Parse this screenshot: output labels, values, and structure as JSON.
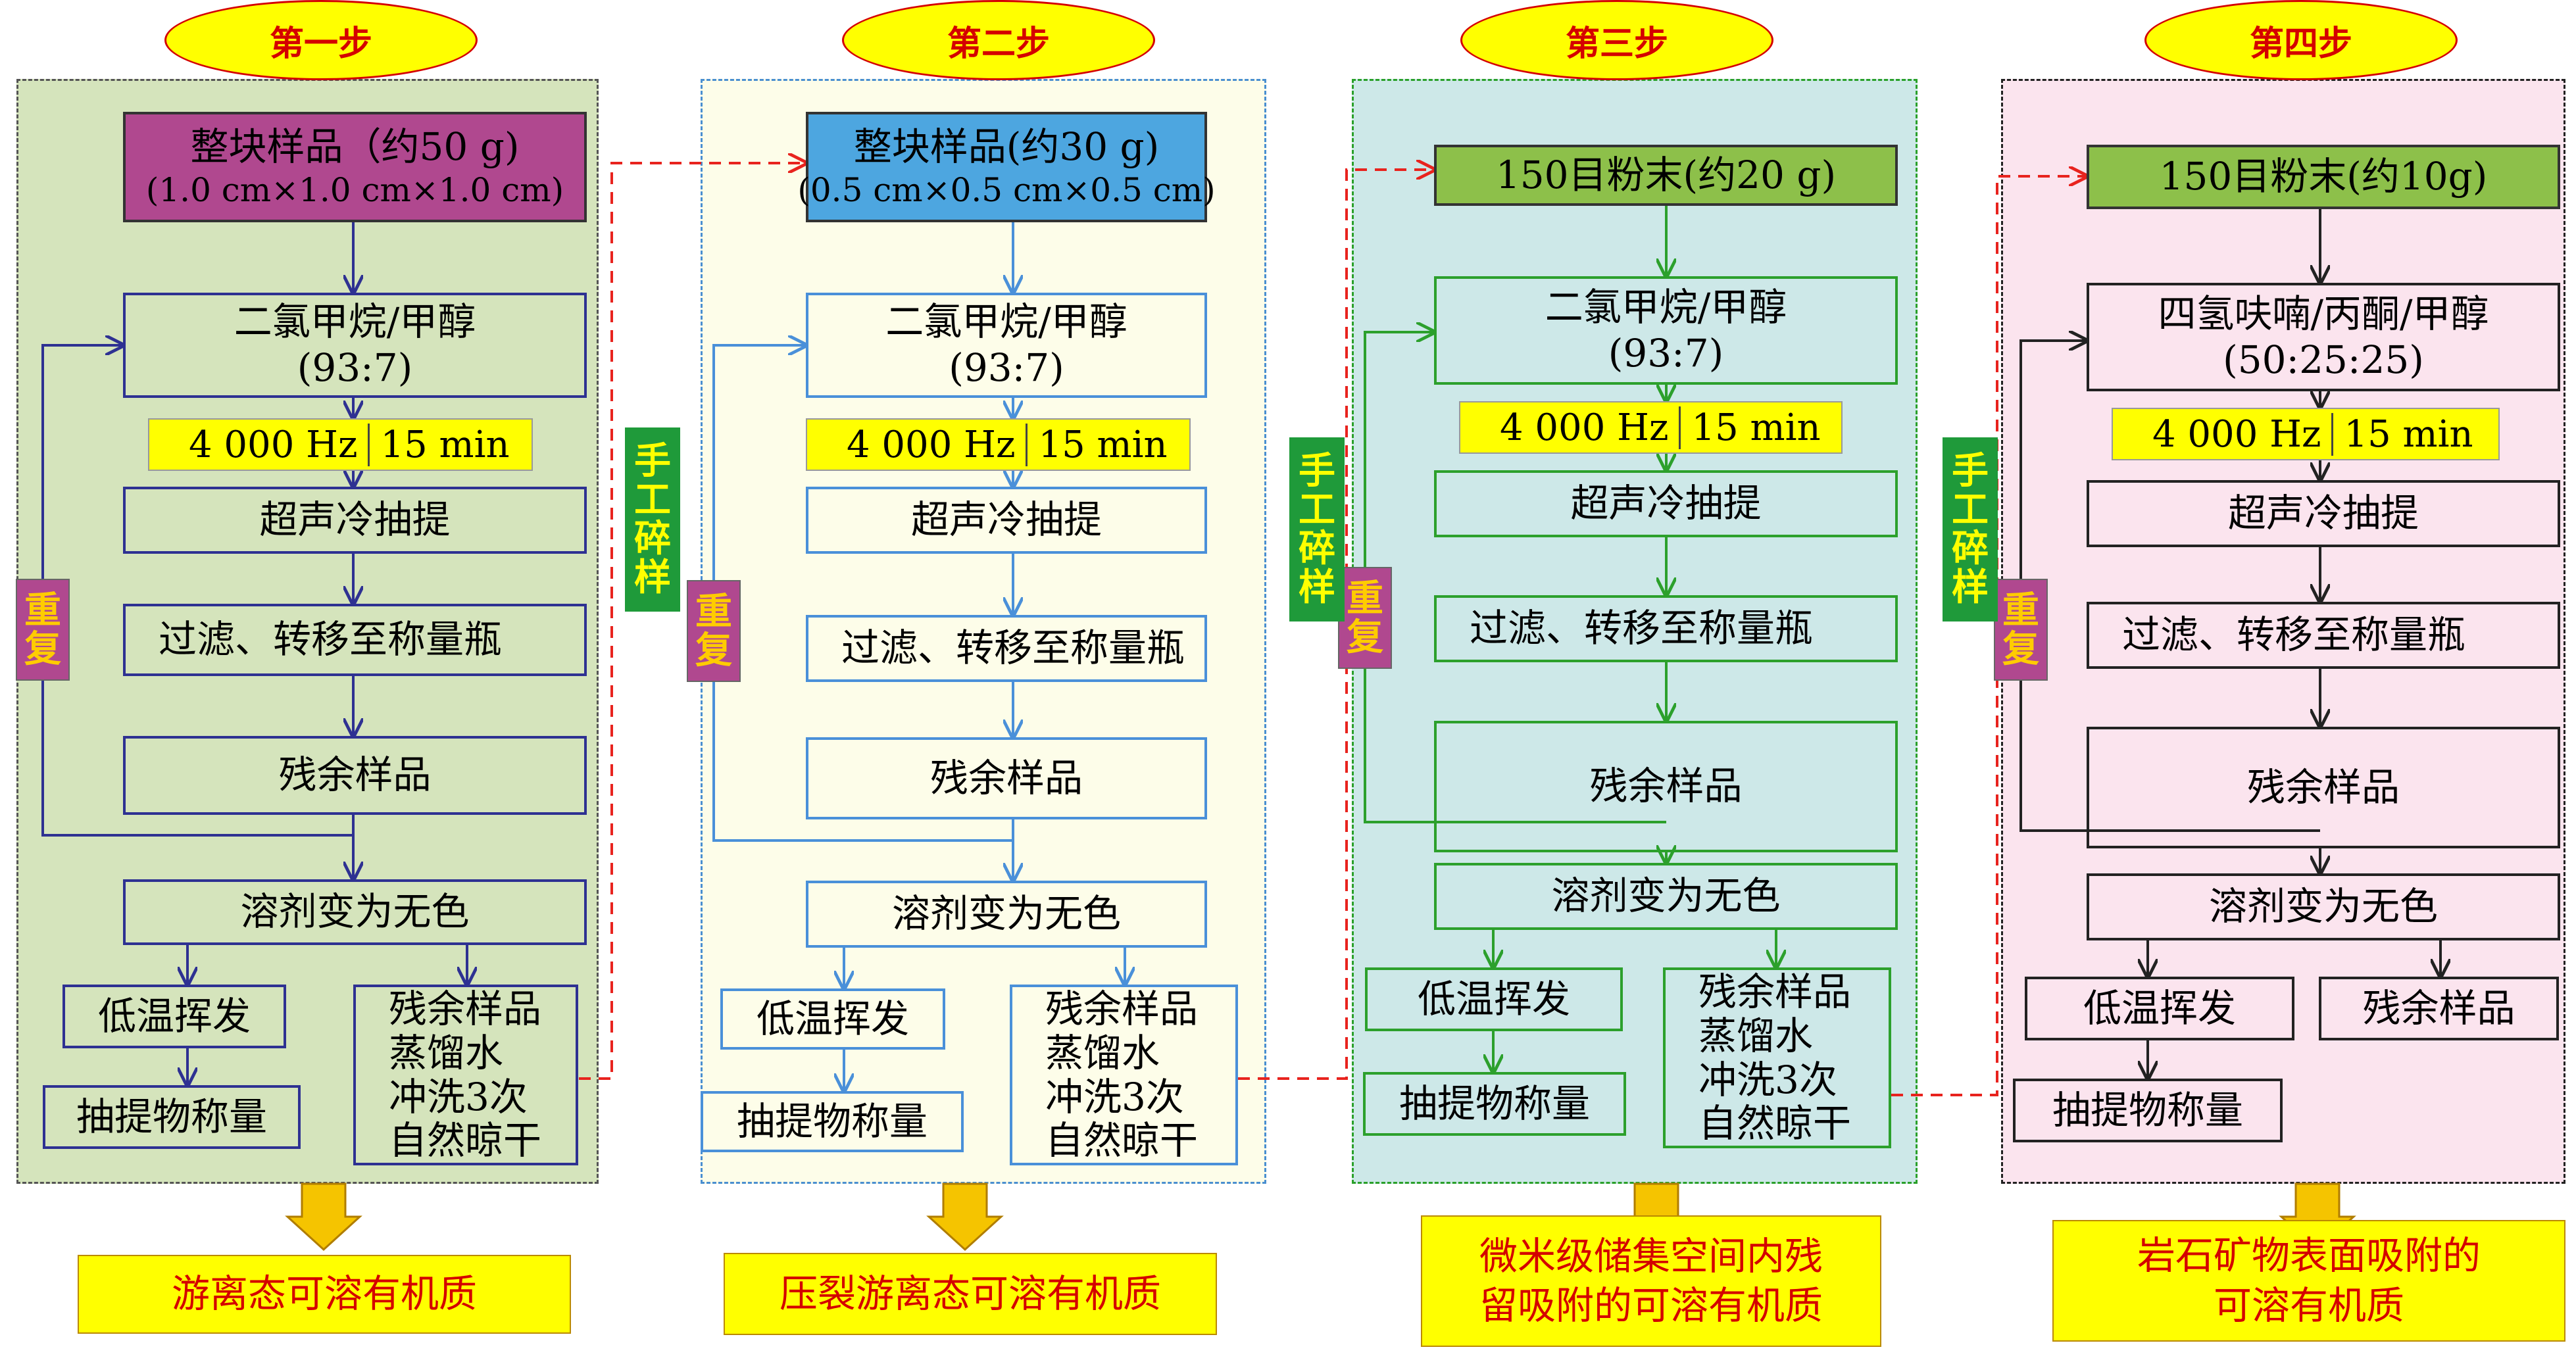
{
  "steps": [
    {
      "badge": "第一步",
      "sample_line1": "整块样品（约50 g)",
      "sample_line2": "(1.0 cm×1.0 cm×1.0 cm)",
      "solvent_line1": "二氯甲烷/甲醇",
      "solvent_line2": "(93:7)",
      "freq": "4 000 Hz",
      "time": "15 min",
      "ultrasonic": "超声冷抽提",
      "filter": "过滤、转移至称量瓶",
      "residue": "残余样品",
      "colorless": "溶剂变为无色",
      "evaporate": "低温挥发",
      "weigh": "抽提物称量",
      "wash_lines": [
        "残余样品",
        "蒸馏水",
        "冲洗3次",
        "自然晾干"
      ],
      "repeat_chars": [
        "重",
        "复"
      ],
      "result_lines": [
        "游离态可溶有机质"
      ],
      "colors": {
        "panel_bg": "#d5e4bc",
        "panel_border": "#555555",
        "box_border": "#2e3192",
        "arrow": "#2e3192",
        "sample_bg": "#b0488f"
      }
    },
    {
      "badge": "第二步",
      "sample_line1": "整块样品(约30 g)",
      "sample_line2": "(0.5 cm×0.5 cm×0.5 cm)",
      "solvent_line1": "二氯甲烷/甲醇",
      "solvent_line2": "(93:7)",
      "freq": "4 000 Hz",
      "time": "15 min",
      "ultrasonic": "超声冷抽提",
      "filter": "过滤、转移至称量瓶",
      "residue": "残余样品",
      "colorless": "溶剂变为无色",
      "evaporate": "低温挥发",
      "weigh": "抽提物称量",
      "wash_lines": [
        "残余样品",
        "蒸馏水",
        "冲洗3次",
        "自然晾干"
      ],
      "repeat_chars": [
        "重",
        "复"
      ],
      "result_lines": [
        "压裂游离态可溶有机质"
      ],
      "colors": {
        "panel_bg": "#fdfde9",
        "panel_border": "#4a8fd0",
        "box_border": "#4a90d9",
        "arrow": "#4a90d9",
        "sample_bg": "#4da6e0"
      }
    },
    {
      "badge": "第三步",
      "sample_line1": "150目粉末(约20 g)",
      "sample_line2": "",
      "solvent_line1": "二氯甲烷/甲醇",
      "solvent_line2": "(93:7)",
      "freq": "4 000 Hz",
      "time": "15 min",
      "ultrasonic": "超声冷抽提",
      "filter": "过滤、转移至称量瓶",
      "residue": "残余样品",
      "colorless": "溶剂变为无色",
      "evaporate": "低温挥发",
      "weigh": "抽提物称量",
      "wash_lines": [
        "残余样品",
        "蒸馏水",
        "冲洗3次",
        "自然晾干"
      ],
      "repeat_chars": [
        "重",
        "复"
      ],
      "result_lines": [
        "微米级储集空间内残",
        "留吸附的可溶有机质"
      ],
      "colors": {
        "panel_bg": "#cde8e8",
        "panel_border": "#2aa02a",
        "box_border": "#2ca02c",
        "arrow": "#2ca02c",
        "sample_bg": "#8dc04a"
      }
    },
    {
      "badge": "第四步",
      "sample_line1": "150目粉末(约10g)",
      "sample_line2": "",
      "solvent_line1": "四氢呋喃/丙酮/甲醇",
      "solvent_line2": "(50:25:25)",
      "freq": "4 000 Hz",
      "time": "15 min",
      "ultrasonic": "超声冷抽提",
      "filter": "过滤、转移至称量瓶",
      "residue": "残余样品",
      "colorless": "溶剂变为无色",
      "evaporate": "低温挥发",
      "weigh": "抽提物称量",
      "wash_lines": [
        "残余样品"
      ],
      "repeat_chars": [
        "重",
        "复"
      ],
      "result_lines": [
        "岩石矿物表面吸附的",
        "可溶有机质"
      ],
      "colors": {
        "panel_bg": "#fbe4ee",
        "panel_border": "#222222",
        "box_border": "#222222",
        "arrow": "#222222",
        "sample_bg": "#8dc04a"
      }
    }
  ],
  "connectors": [
    {
      "chars": [
        "手",
        "工",
        "碎",
        "样"
      ]
    },
    {
      "chars": [
        "手",
        "工",
        "碎",
        "样"
      ]
    },
    {
      "chars": [
        "手",
        "工",
        "碎",
        "样"
      ]
    }
  ],
  "colors": {
    "connector": "#e8231e",
    "badge_fill": "#ffff00",
    "badge_text": "#d40000",
    "result_fill": "#ffff00",
    "result_text": "#d40000"
  }
}
